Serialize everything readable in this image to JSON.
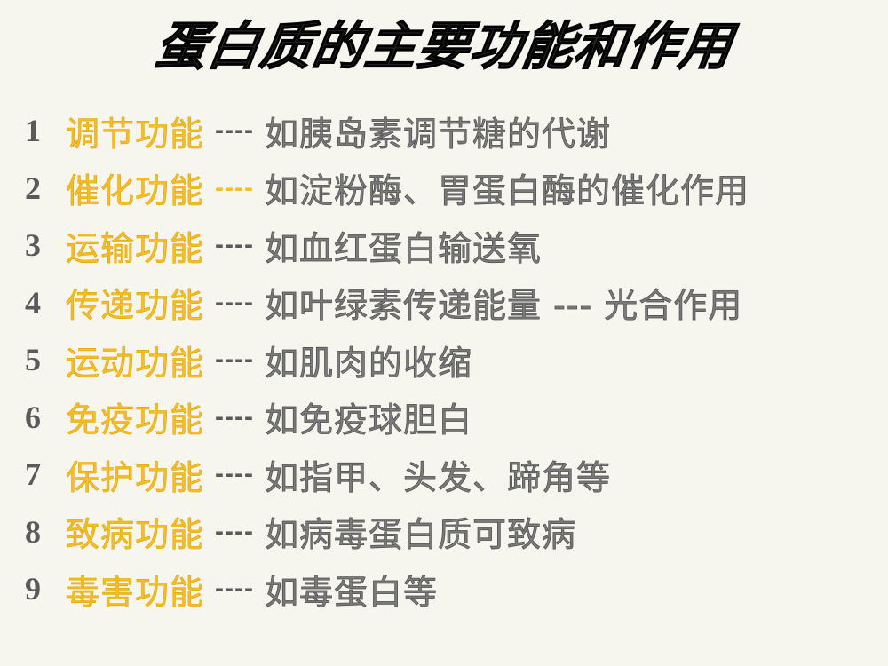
{
  "title": "蛋白质的主要功能和作用",
  "colors": {
    "background": "#f7f6ee",
    "function_name": "#f5bd28",
    "example_text": "#7a7a7a",
    "number": "#5a5a5a",
    "title": "#222222"
  },
  "items": [
    {
      "number": "1",
      "function": "调节功能",
      "separator": "----",
      "example": "如胰岛素调节糖的代谢"
    },
    {
      "number": "2",
      "function": "催化功能",
      "separator": "----",
      "example": "如淀粉酶、胃蛋白酶的催化作用"
    },
    {
      "number": "3",
      "function": "运输功能",
      "separator": "----",
      "example": "如血红蛋白输送氧"
    },
    {
      "number": "4",
      "function": "传递功能",
      "separator": "----",
      "example": "如叶绿素传递能量 --- 光合作用"
    },
    {
      "number": "5",
      "function": "运动功能",
      "separator": "----",
      "example": "如肌肉的收缩"
    },
    {
      "number": "6",
      "function": "免疫功能",
      "separator": "----",
      "example": "如免疫球胆白"
    },
    {
      "number": "7",
      "function": "保护功能",
      "separator": "----",
      "example": "如指甲、头发、蹄角等"
    },
    {
      "number": "8",
      "function": "致病功能",
      "separator": "----",
      "example": "如病毒蛋白质可致病"
    },
    {
      "number": "9",
      "function": "毒害功能",
      "separator": "----",
      "example": "如毒蛋白等"
    }
  ]
}
